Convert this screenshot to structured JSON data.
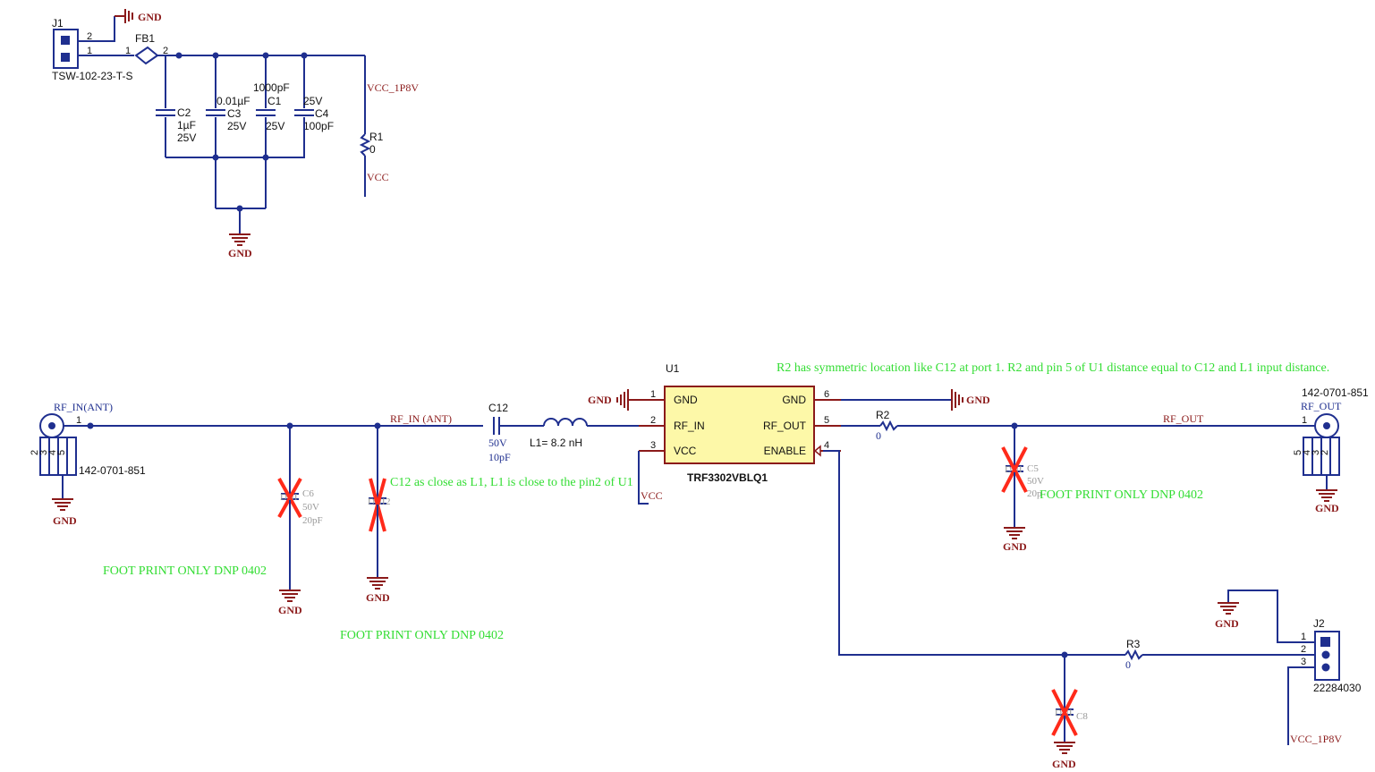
{
  "power_section": {
    "j1": {
      "ref": "J1",
      "part": "TSW-102-23-T-S",
      "pin2": "2",
      "pin1": "1"
    },
    "fb1": {
      "ref": "FB1",
      "pin1": "1",
      "pin2": "2"
    },
    "c2": {
      "ref": "C2",
      "value": "1µF",
      "voltage": "25V"
    },
    "c3": {
      "ref": "C3",
      "value": "0.01µF",
      "voltage": "25V"
    },
    "c1": {
      "ref": "C1",
      "value": "1000pF",
      "voltage": "25V"
    },
    "c4": {
      "ref": "C4",
      "value": "100pF",
      "voltage": "25V"
    },
    "r1": {
      "ref": "R1",
      "value": "0"
    },
    "net_vcc_1p8v": "VCC_1P8V",
    "net_vcc": "VCC",
    "gnd_top": "GND",
    "gnd_bottom": "GND"
  },
  "rf_section": {
    "rf_in_conn": {
      "label": "RF_IN(ANT)",
      "part": "142-0701-851",
      "pin1": "1",
      "pins": [
        "2",
        "3",
        "4",
        "5"
      ],
      "gnd": "GND"
    },
    "c6": {
      "ref": "C6",
      "dni": "DNI",
      "v1": "50V",
      "v2": "20pF",
      "gnd": "GND"
    },
    "c_mid": {
      "dni": "DNI",
      "ref_suffix": "2",
      "gnd": "GND"
    },
    "net_rf_in": "RF_IN (ANT)",
    "c12": {
      "ref": "C12",
      "voltage": "50V",
      "value": "10pF"
    },
    "l1": {
      "label": "L1= 8.2 nH"
    },
    "u1": {
      "ref": "U1",
      "part": "TRF3302VBLQ1",
      "left_pins": [
        {
          "num": "1",
          "name": "GND"
        },
        {
          "num": "2",
          "name": "RF_IN"
        },
        {
          "num": "3",
          "name": "VCC"
        }
      ],
      "right_pins": [
        {
          "num": "6",
          "name": "GND"
        },
        {
          "num": "5",
          "name": "RF_OUT"
        },
        {
          "num": "4",
          "name": "ENABLE"
        }
      ],
      "gnd_left": "GND",
      "gnd_right": "GND",
      "vcc": "VCC"
    },
    "r2": {
      "ref": "R2",
      "value": "0"
    },
    "c5": {
      "ref": "C5",
      "dni": "DNI",
      "v1": "50V",
      "v2": "20p",
      "gnd": "GND"
    },
    "net_rf_out": "RF_OUT",
    "rf_out_conn": {
      "label": "RF_OUT",
      "part": "142-0701-851",
      "pin1": "1",
      "pins": [
        "5",
        "4",
        "3",
        "2"
      ],
      "gnd": "GND"
    },
    "r3": {
      "ref": "R3",
      "value": "0"
    },
    "c8": {
      "ref": "C8",
      "dni": "DNI",
      "gnd": "GND"
    },
    "j2": {
      "ref": "J2",
      "part": "22284030",
      "pins": [
        "1",
        "2",
        "3"
      ],
      "gnd": "GND",
      "vcc": "VCC_1P8V"
    }
  },
  "notes": {
    "r2_note": "R2 has symmetric location like C12 at port 1. R2 and pin 5 of U1 distance equal to C12 and L1 input distance.",
    "c12_note": "C12 as close as L1, L1 is close to the pin2 of U1",
    "foot_c6": "FOOT PRINT ONLY DNP 0402",
    "foot_cmid": "FOOT PRINT ONLY DNP 0402",
    "foot_c5": "FOOT PRINT ONLY DNP 0402"
  }
}
